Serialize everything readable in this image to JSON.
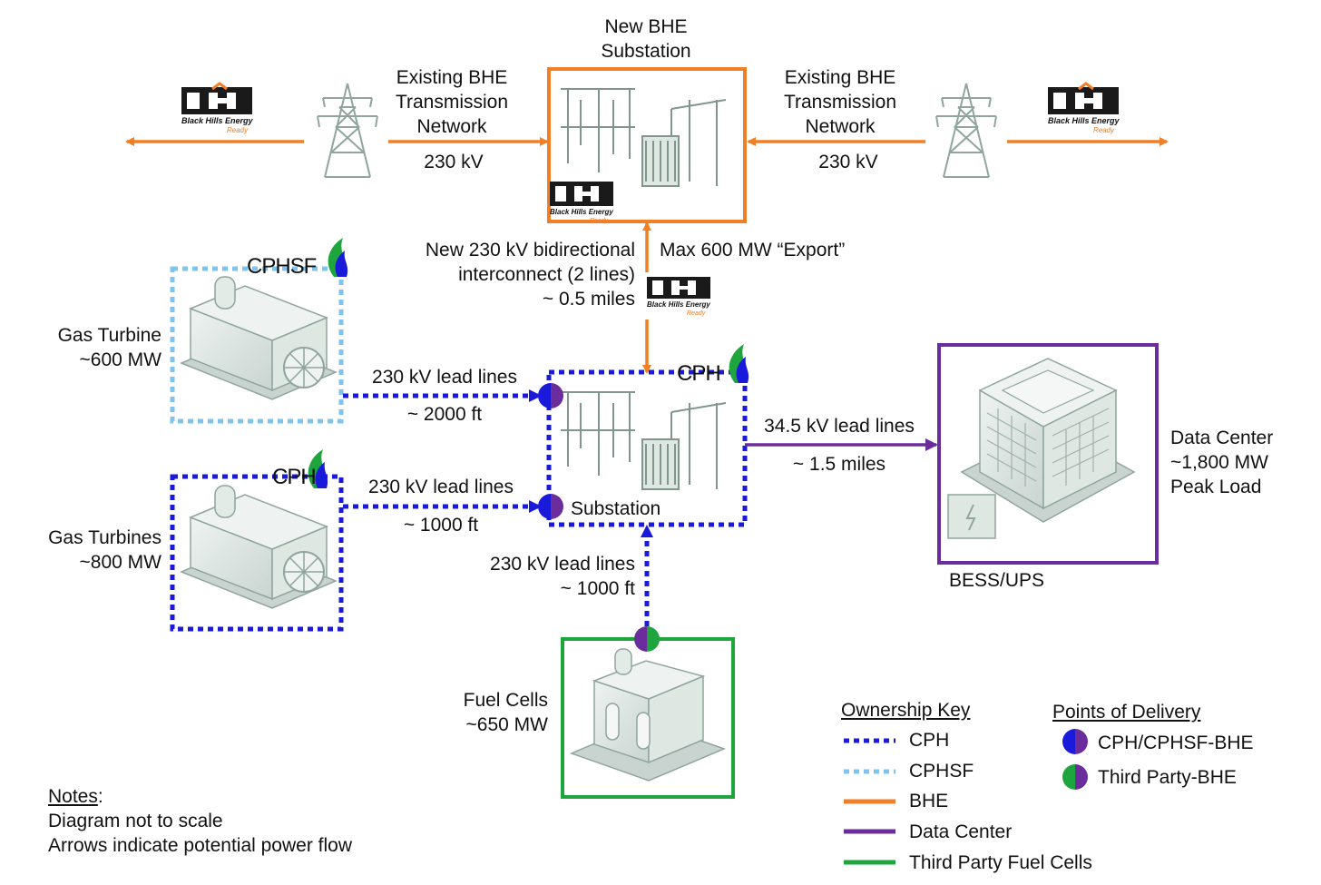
{
  "colors": {
    "cph": "#1a1adb",
    "cphsf": "#7fc4ec",
    "bhe": "#f07f26",
    "data_center": "#6b2d9b",
    "third_party": "#1fa53d"
  },
  "logos": {
    "bhe_logo_text": "Black Hills Energy",
    "bhe_logo_sub": "Ready"
  },
  "top": {
    "new_substation": "New BHE\nSubstation",
    "left_network": "Existing BHE\nTransmission\nNetwork",
    "left_kv": "230 kV",
    "right_network": "Existing BHE\nTransmission\nNetwork",
    "right_kv": "230 kV"
  },
  "interconnect": {
    "label": "New 230 kV bidirectional\ninterconnect (2 lines)\n~ 0.5 miles",
    "export": "Max 600 MW “Export”"
  },
  "generation": {
    "cphsf_brand": "CPHSF",
    "gas_turbine_label": "Gas Turbine\n~600 MW",
    "gas_turbine_line": "230 kV lead lines",
    "gas_turbine_dist": "~ 2000 ft",
    "cph_brand_turbines": "CPH",
    "gas_turbines_label": "Gas Turbines\n~800 MW",
    "gas_turbines_line": "230 kV lead lines",
    "gas_turbines_dist": "~ 1000 ft"
  },
  "substation": {
    "brand": "CPH",
    "label": "Substation"
  },
  "fuel_cells": {
    "label": "Fuel Cells\n~650 MW",
    "line": "230 kV lead lines",
    "dist": "~ 1000 ft"
  },
  "data_center": {
    "line": "34.5 kV lead lines",
    "dist": "~ 1.5 miles",
    "label": "Data Center\n~1,800 MW\nPeak Load",
    "bess": "BESS/UPS"
  },
  "ownership_key": {
    "title": "Ownership Key",
    "items": [
      "CPH",
      "CPHSF",
      "BHE",
      "Data Center",
      "Third Party Fuel Cells"
    ]
  },
  "points_of_delivery": {
    "title": "Points of Delivery",
    "items": [
      "CPH/CPHSF-BHE",
      "Third Party-BHE"
    ]
  },
  "notes": {
    "title": "Notes",
    "lines": [
      "Diagram not to scale",
      "Arrows indicate potential power flow"
    ]
  }
}
